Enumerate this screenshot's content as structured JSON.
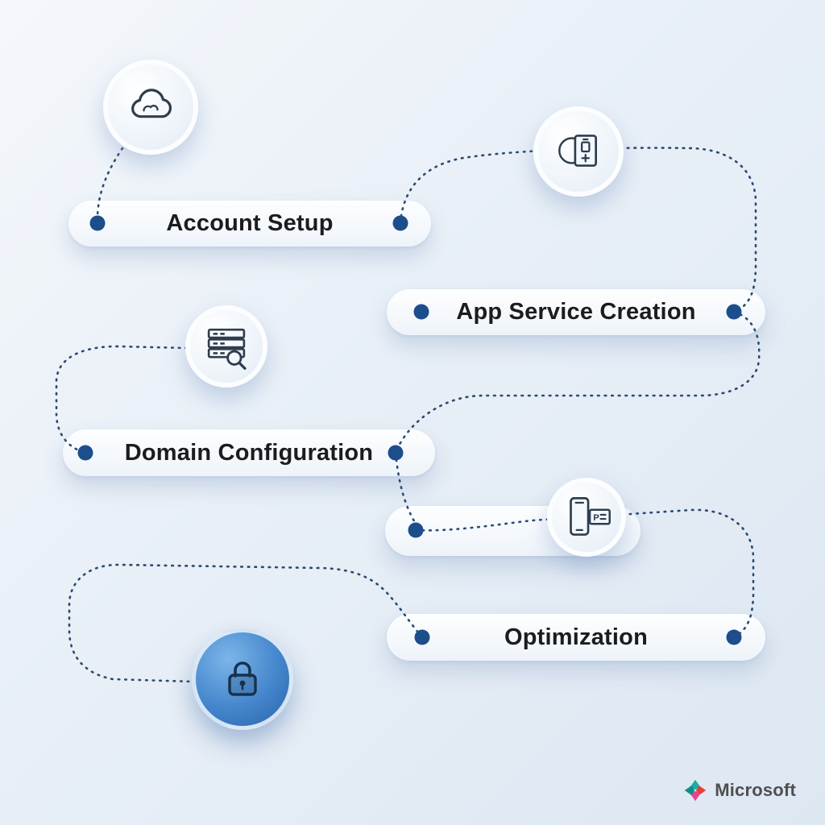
{
  "diagram": {
    "steps": [
      {
        "id": "account-setup",
        "label": "Account Setup"
      },
      {
        "id": "app-service-creation",
        "label": "App Service Creation"
      },
      {
        "id": "domain-configuration",
        "label": "Domain Configuration"
      },
      {
        "id": "optimization",
        "label": "Optimization"
      }
    ],
    "icons": [
      {
        "name": "cloud-icon"
      },
      {
        "name": "id-card-icon"
      },
      {
        "name": "server-search-icon"
      },
      {
        "name": "phone-payment-icon",
        "letter": "P"
      },
      {
        "name": "lock-icon"
      }
    ],
    "colors": {
      "connector_line": "#2a4a70",
      "connector_dot": "#1c4e8c",
      "lock_circle": "#4486cc",
      "pill_text": "#1b1c1e",
      "background_top": "#f4f7fb",
      "background_bottom": "#dde7f2"
    }
  },
  "footer": {
    "brand": "Microsoft"
  }
}
